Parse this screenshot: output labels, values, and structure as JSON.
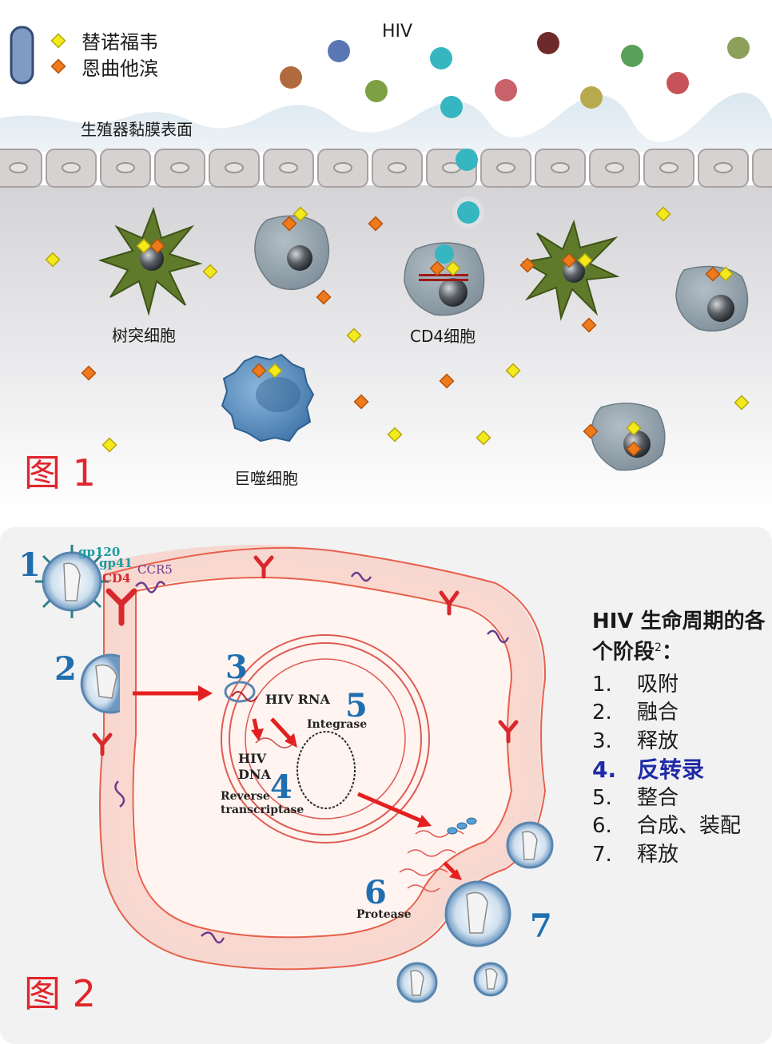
{
  "figure1": {
    "legend": {
      "tenofovir": "替诺福韦",
      "emtricitabine": "恩曲他滨"
    },
    "hiv_label": "HIV",
    "mucosa_label": "生殖器黏膜表面",
    "dendritic_label": "树突细胞",
    "cd4_label": "CD4细胞",
    "macrophage_label": "巨噬细胞",
    "fig_label": "图 1"
  },
  "figure2": {
    "step_numbers": [
      "1",
      "2",
      "3",
      "4",
      "5",
      "6",
      "7"
    ],
    "labels": {
      "gp120": "gp120",
      "gp41": "gp41",
      "cd4": "CD4",
      "ccr5": "CCR5",
      "hiv_rna": "HIV RNA",
      "integrase": "Integrase",
      "hiv_dna_1": "HIV",
      "hiv_dna_2": "DNA",
      "rt_1": "Reverse",
      "rt_2": "transcriptase",
      "protease": "Protease"
    },
    "fig_label": "图 2"
  },
  "lifecycle": {
    "heading": "HIV 生命周期的各个阶段",
    "heading_sup": "2",
    "heading_colon": "：",
    "steps": [
      {
        "num": "1.",
        "label": "吸附"
      },
      {
        "num": "2.",
        "label": "融合"
      },
      {
        "num": "3.",
        "label": "释放"
      },
      {
        "num": "4.",
        "label": "反转录"
      },
      {
        "num": "5.",
        "label": "整合"
      },
      {
        "num": "6.",
        "label": "合成、装配"
      },
      {
        "num": "7.",
        "label": "释放"
      }
    ],
    "highlight_step": "4",
    "highlight_color": "#1f2aa8"
  },
  "colors": {
    "fig_label": "#e0262c",
    "step_number": "#1f6fb0",
    "tenofovir_yellow": "#f2ea1b",
    "emtricitabine_orange": "#ef7a1c",
    "arrow_red": "#e3201f",
    "cell_membrane": "#e8604c",
    "dendritic_green": "#5f7a2a",
    "macrophage_blue": "#4f86b8"
  }
}
